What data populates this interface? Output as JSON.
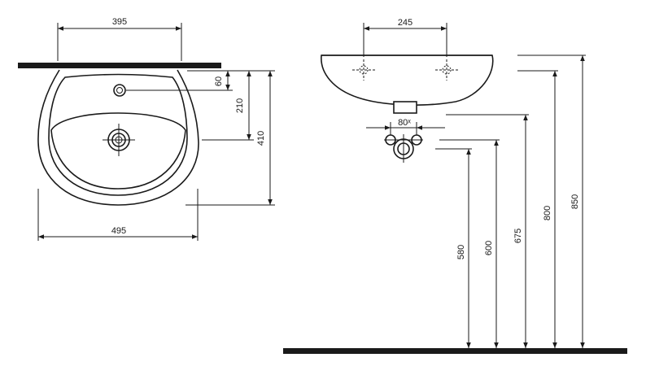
{
  "colors": {
    "line": "#1a1a1a",
    "background": "#ffffff",
    "floor_bar": "#1a1a1a"
  },
  "plan_view": {
    "dim_top_width": "395",
    "dim_overall_width": "495",
    "dim_tap_hole": "60",
    "dim_drain_center": "210",
    "dim_depth": "410"
  },
  "side_view": {
    "dim_tap_spacing": "245",
    "dim_waste_spacing": "80ˣ",
    "dim_580": "580",
    "dim_600": "600",
    "dim_675": "675",
    "dim_800": "800",
    "dim_850": "850"
  }
}
